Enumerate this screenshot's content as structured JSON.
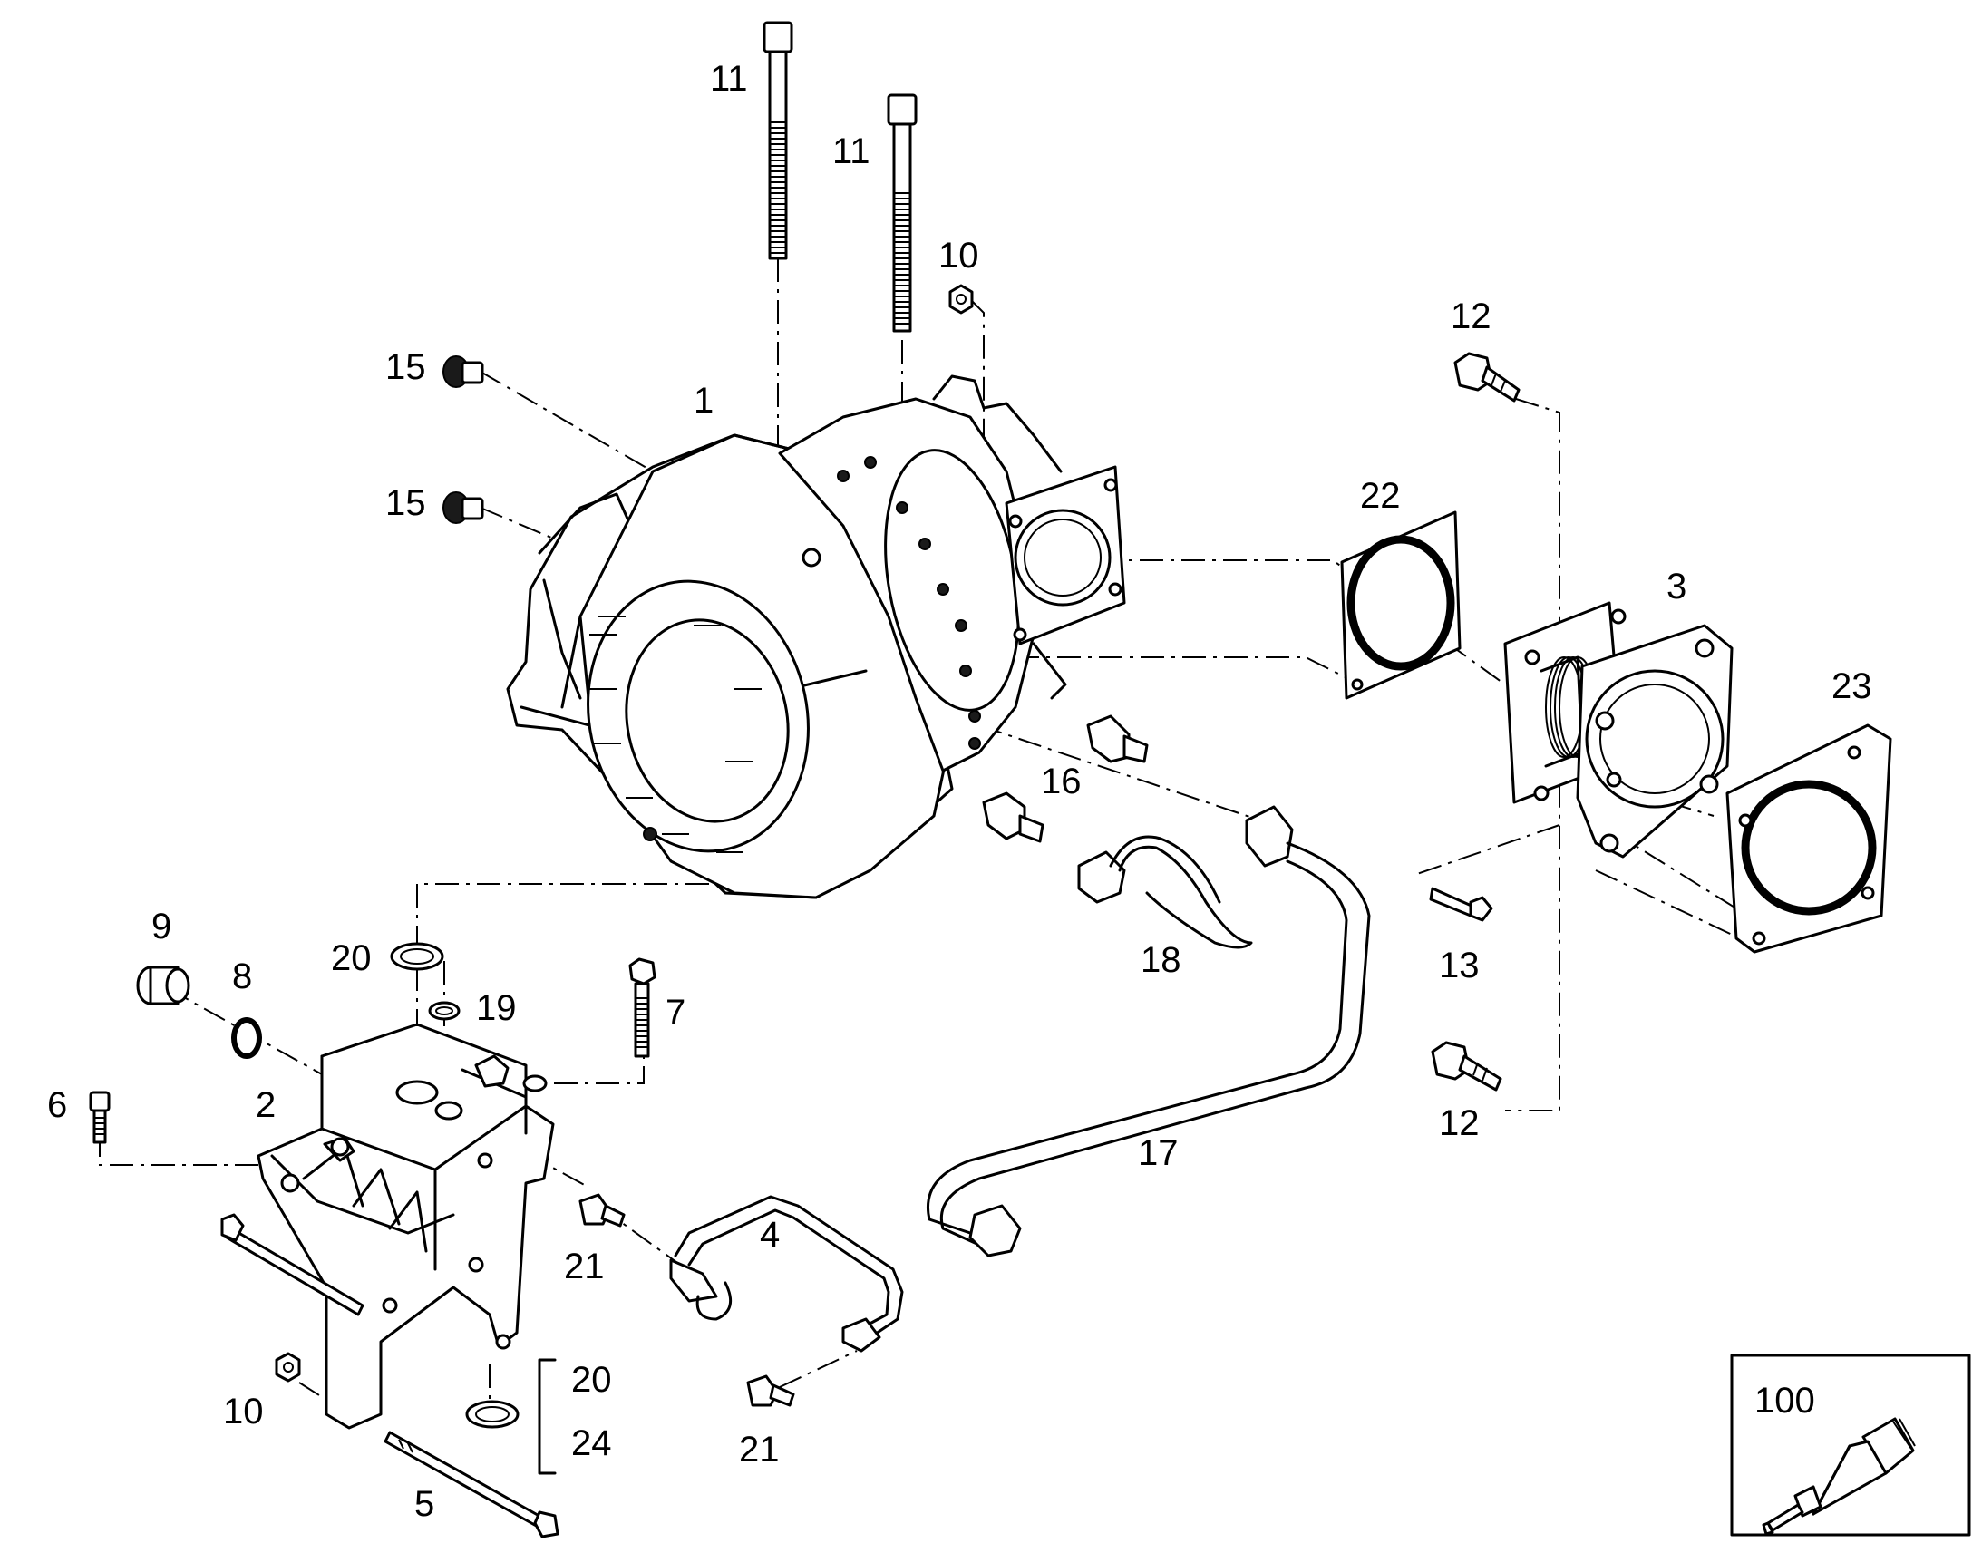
{
  "callouts": {
    "c1": "1",
    "c2": "2",
    "c3": "3",
    "c4": "4",
    "c5": "5",
    "c6": "6",
    "c7": "7",
    "c8": "8",
    "c9": "9",
    "c10a": "10",
    "c10b": "10",
    "c11a": "11",
    "c11b": "11",
    "c12a": "12",
    "c12b": "12",
    "c13": "13",
    "c15a": "15",
    "c15b": "15",
    "c16": "16",
    "c17": "17",
    "c18": "18",
    "c19": "19",
    "c20a": "20",
    "c20b": "20",
    "c21a": "21",
    "c21b": "21",
    "c22": "22",
    "c23": "23",
    "c24": "24",
    "c100": "100"
  }
}
